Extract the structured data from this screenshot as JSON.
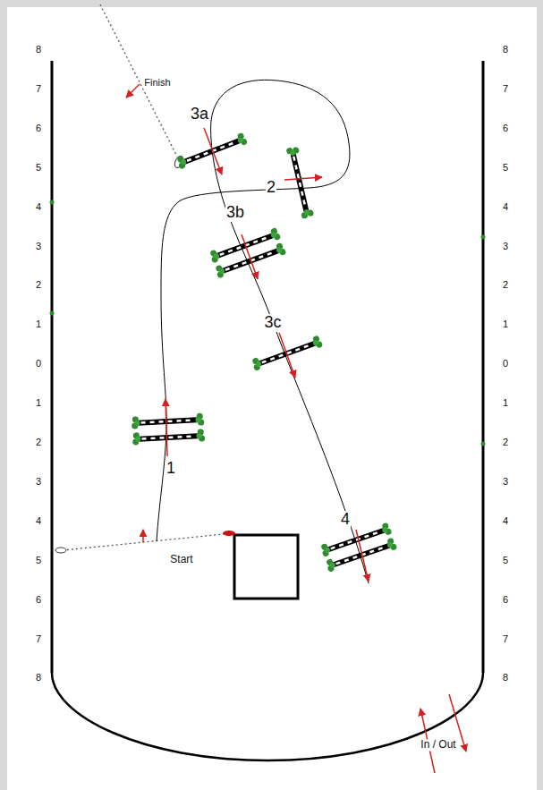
{
  "diagram": {
    "labels": [
      "Finish",
      "3a",
      "2",
      "3b",
      "3c",
      "1",
      "4",
      "Start",
      "In / Out",
      "8",
      "7",
      "6",
      "5",
      "4",
      "3",
      "2",
      "1",
      "0",
      "1",
      "2",
      "3",
      "4",
      "5",
      "6",
      "7",
      "8",
      "8",
      "7",
      "6",
      "5",
      "4",
      "3",
      "2",
      "1",
      "0",
      "1",
      "2",
      "3",
      "4",
      "5",
      "6",
      "7",
      "8"
    ]
  }
}
